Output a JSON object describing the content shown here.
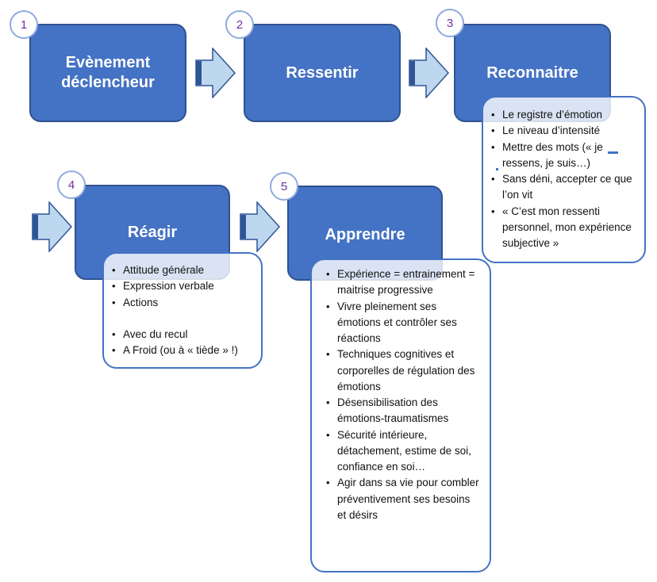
{
  "colors": {
    "box_fill": "#4472c4",
    "box_border": "#2f528f",
    "arrow_fill": "#bdd7ee",
    "arrow_border": "#2f5597",
    "number_text": "#7030a0",
    "number_border": "#8faadc"
  },
  "steps": [
    {
      "number": "1",
      "title": "Evènement\ndéclencheur"
    },
    {
      "number": "2",
      "title": "Ressentir"
    },
    {
      "number": "3",
      "title": "Reconnaitre",
      "items": [
        "Le registre d’émotion",
        "Le niveau d’intensité",
        "Mettre des mots (« je ressens, je suis…)",
        "Sans déni, accepter ce que l’on vit",
        "« C’est mon ressenti personnel, mon expérience subjective »"
      ]
    },
    {
      "number": "4",
      "title": "Réagir",
      "items": [
        "Attitude générale",
        "Expression verbale",
        "Actions",
        "",
        "Avec du recul",
        "A Froid (ou à « tiède » !)"
      ]
    },
    {
      "number": "5",
      "title": "Apprendre",
      "items": [
        "Expérience = entrainement = maitrise progressive",
        "Vivre pleinement ses émotions et contrôler ses réactions",
        "Techniques cognitives et corporelles de régulation des émotions",
        "Désensibilisation des émotions-traumatismes",
        "Sécurité intérieure, détachement, estime de soi, confiance en soi…",
        "Agir dans sa vie pour combler préventivement ses besoins et désirs"
      ]
    }
  ]
}
